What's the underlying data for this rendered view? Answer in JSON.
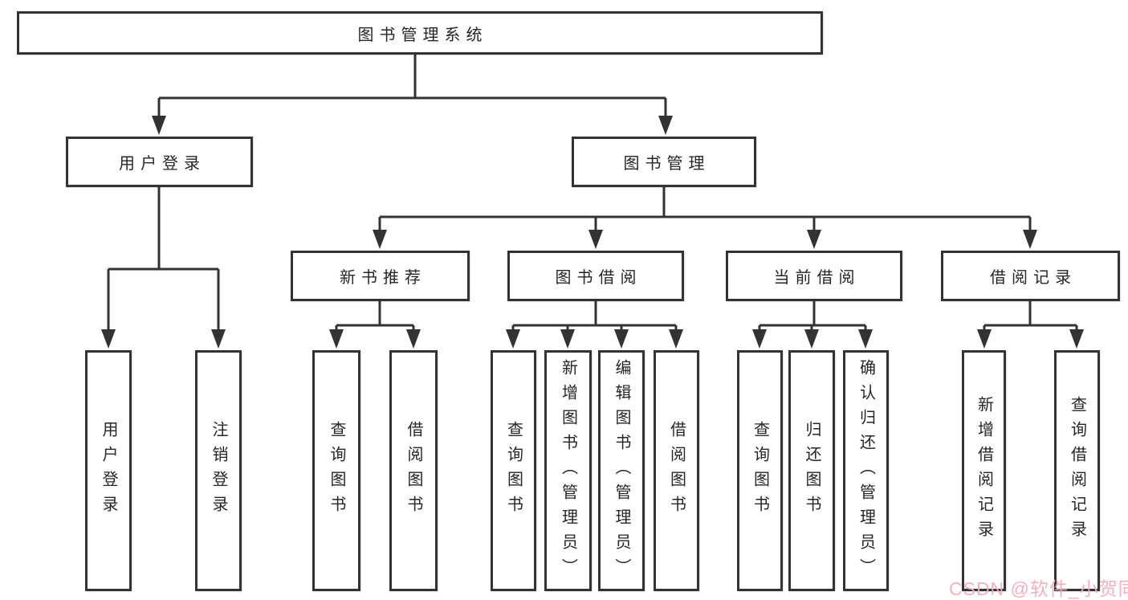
{
  "root_label": "图书管理系统",
  "level2": {
    "login": "用户登录",
    "management": "图书管理"
  },
  "level3": {
    "new_books": "新书推荐",
    "borrowing": "图书借阅",
    "current": "当前借阅",
    "records": "借阅记录"
  },
  "leaves": {
    "login": [
      "用户登录",
      "注销登录"
    ],
    "new_books": [
      "查询图书",
      "借阅图书"
    ],
    "borrowing": [
      "查询图书",
      "新增图书（管理员）",
      "编辑图书（管理员）",
      "借阅图书"
    ],
    "current": [
      "查询图书",
      "归还图书",
      "确认归还（管理员）"
    ],
    "records": [
      "新增借阅记录",
      "查询借阅记录"
    ]
  },
  "watermark": {
    "text": "CSDN @软件_小贺同学",
    "color": "#f2adbc"
  },
  "colors": {
    "line": "#333333",
    "box_border": "#333333",
    "text": "#262626",
    "background": "#ffffff"
  }
}
